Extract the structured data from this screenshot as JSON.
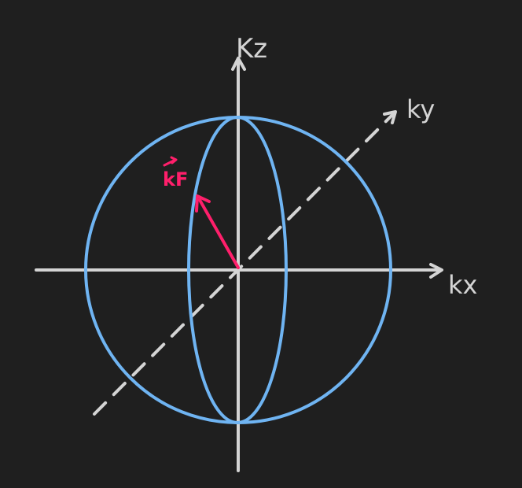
{
  "colors": {
    "background": "#1f1f1f",
    "axis": "#d4d4d4",
    "sphere": "#6fb4f2",
    "vector": "#ff1f6b"
  },
  "labels": {
    "kz": "Kz",
    "ky": "ky",
    "kx": "kx",
    "kf": "kF"
  }
}
